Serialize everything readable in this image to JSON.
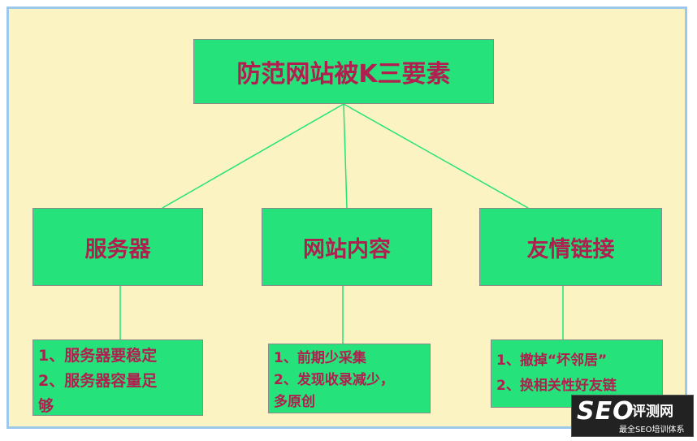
{
  "title": "防范网站被K三要素",
  "categories": [
    {
      "label": "服务器",
      "items": [
        "1、服务器要稳定",
        "2、服务器容量足",
        "够"
      ]
    },
    {
      "label": "网站内容",
      "items": [
        "1、前期少采集",
        "2、发现收录减少，",
        "多原创"
      ]
    },
    {
      "label": "友情链接",
      "items": [
        "1、撤掉“坏邻居”",
        "2、换相关性好友链"
      ]
    }
  ],
  "watermark": {
    "brand": "SEO",
    "name": "评测网",
    "tagline": "最全SEO培训体系"
  },
  "colors": {
    "background": "#fbf4c2",
    "border": "#9cc8ec",
    "box": "#25e27a",
    "text": "#b01f4f",
    "connector": "#25e27a"
  }
}
